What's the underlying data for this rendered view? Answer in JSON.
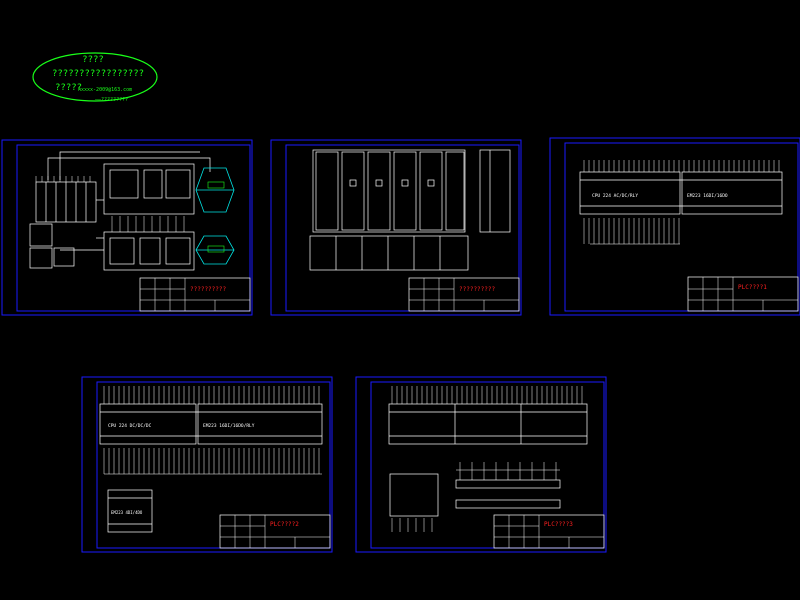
{
  "stamp": {
    "line1": "????",
    "line2": "?????????????????",
    "line3": "?????",
    "line4": "hxxxx-2009@163.com",
    "line5": "——?????????",
    "color": "#19ff19"
  },
  "sheets": [
    {
      "title_code": "??????????",
      "panel_labels": []
    },
    {
      "title_code": "??????????",
      "panel_labels": []
    },
    {
      "title_code": "PLC????1",
      "panel_labels": [
        "CPU 224 AC/DC/RLY",
        "EM223 16DI/16DO"
      ]
    },
    {
      "title_code": "PLC????2",
      "panel_labels": [
        "CPU 224 DC/DC/DC",
        "EM223 16DI/16DO/RLY",
        "EM223 4DI/4DO"
      ]
    },
    {
      "title_code": "PLC????3",
      "panel_labels": []
    }
  ],
  "colors": {
    "frame": "#1a1aff",
    "line": "#ffffff",
    "accent": "#ff2020",
    "cyan": "#00e5e5",
    "green": "#19ff19"
  }
}
